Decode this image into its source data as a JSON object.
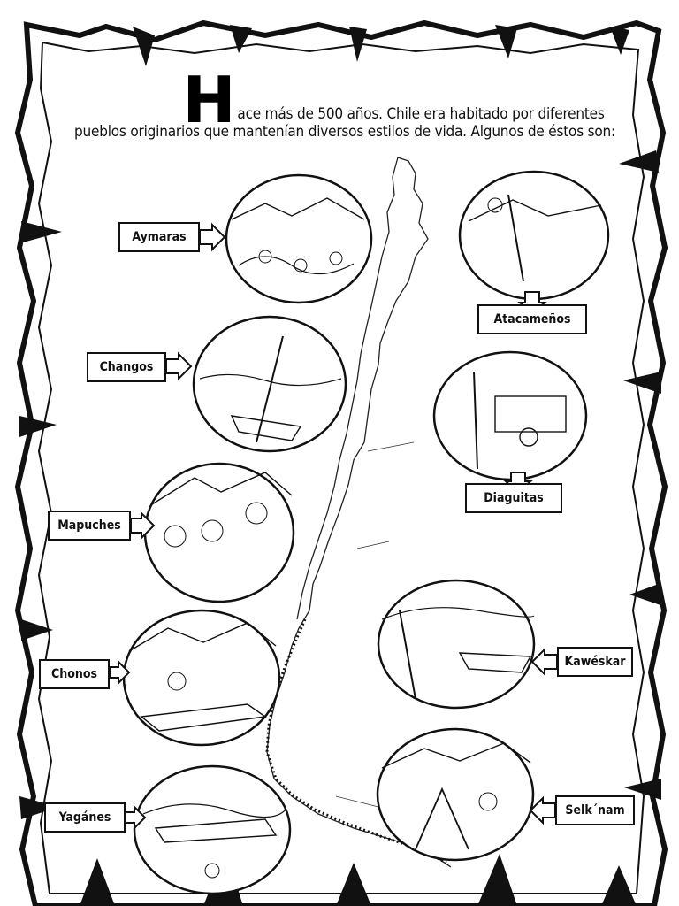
{
  "intro": {
    "dropcap": "H",
    "line1": "ace más de 500 años. Chile era habitado por diferentes",
    "line2": "pueblos originarios que mantenían diversos estilos de vida. Algunos de éstos son:"
  },
  "peoples": [
    {
      "name": "Aymaras"
    },
    {
      "name": "Atacameños"
    },
    {
      "name": "Changos"
    },
    {
      "name": "Diaguitas"
    },
    {
      "name": "Mapuches"
    },
    {
      "name": "Chonos"
    },
    {
      "name": "Kawéskar"
    },
    {
      "name": "Yagánes"
    },
    {
      "name": "Selk´nam"
    }
  ],
  "icons": [
    "map-of-chile-icon",
    "arrow-right-icon",
    "arrow-left-icon",
    "arrow-down-icon"
  ],
  "colors": {
    "ink": "#111111",
    "paper": "#ffffff"
  }
}
